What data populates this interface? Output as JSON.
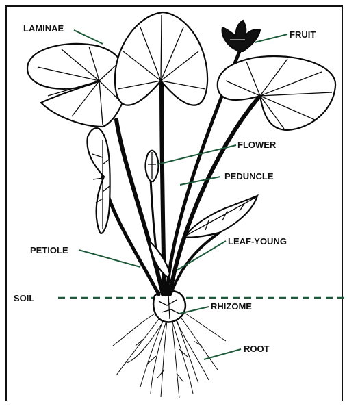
{
  "diagram": {
    "labels": {
      "laminae": "LAMINAE",
      "fruit": "FRUIT",
      "flower": "FLOWER",
      "peduncle": "PEDUNCLE",
      "petiole": "PETIOLE",
      "leaf_young": "LEAF-YOUNG",
      "soil": "SOIL",
      "rhizome": "RHIZOME",
      "root": "ROOT"
    },
    "colors": {
      "leader_line": "#1d5a3a",
      "soil_line": "#1d5a3a",
      "ink": "#0a0a0a",
      "frame": "#111111",
      "background": "#ffffff"
    }
  }
}
